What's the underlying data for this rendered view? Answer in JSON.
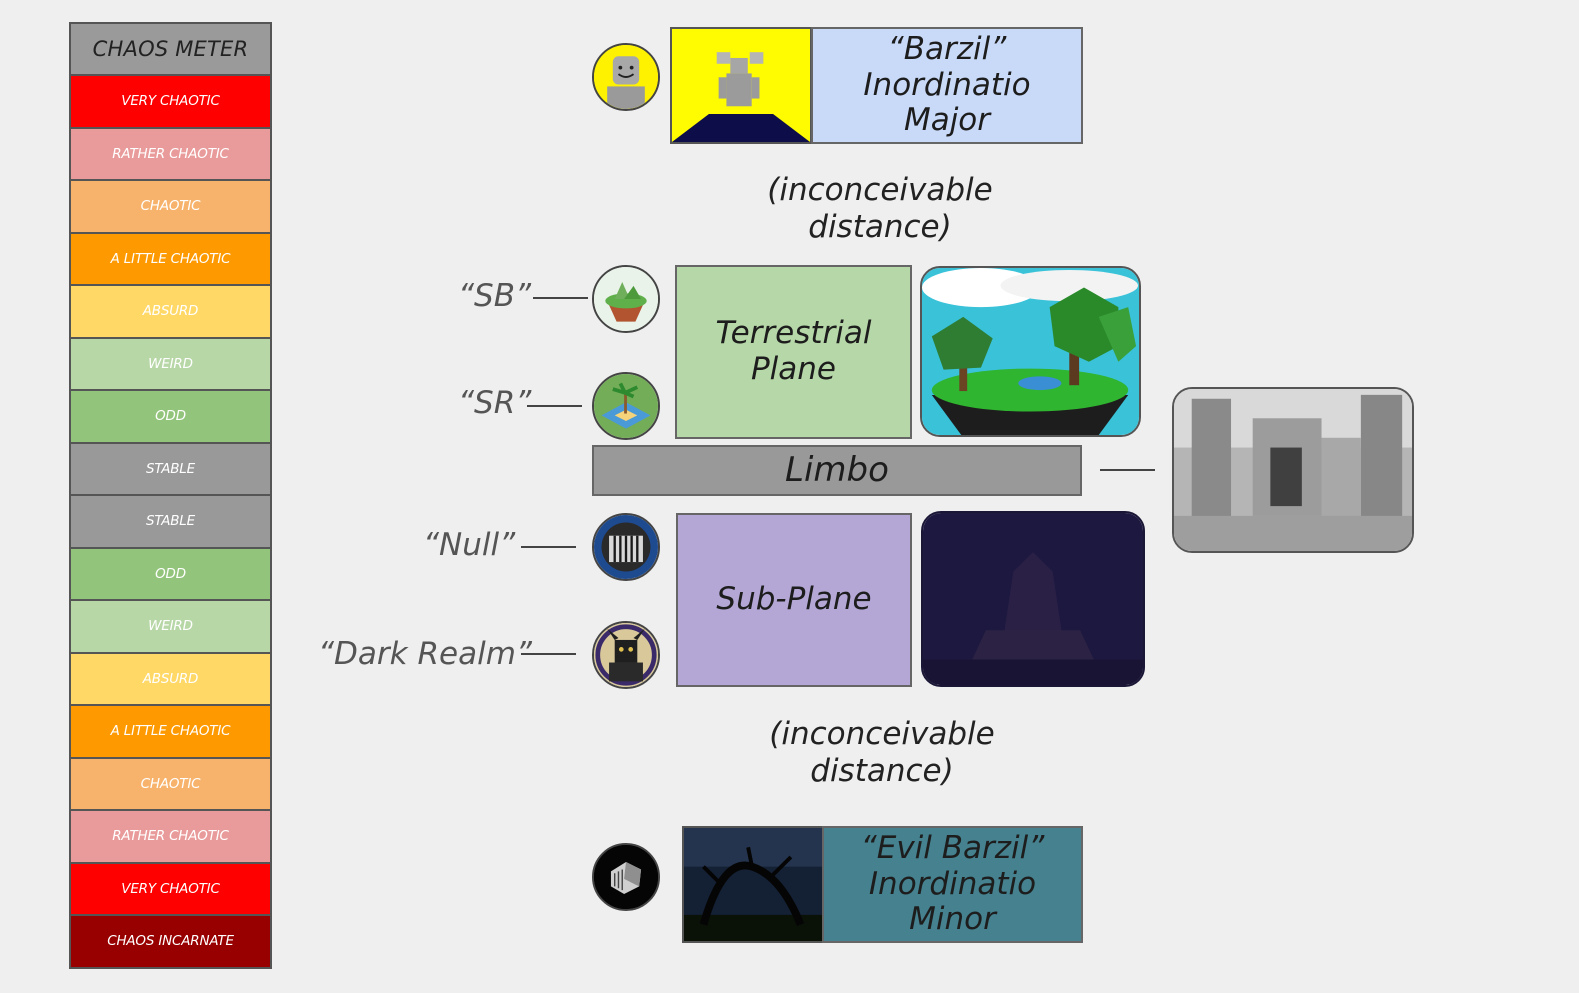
{
  "meter": {
    "title": "CHAOS METER",
    "rows": [
      {
        "label": "VERY CHAOTIC",
        "color": "#fe0000"
      },
      {
        "label": "RATHER CHAOTIC",
        "color": "#e99b9b"
      },
      {
        "label": "CHAOTIC",
        "color": "#f7b36b"
      },
      {
        "label": "A LITTLE CHAOTIC",
        "color": "#fe9900"
      },
      {
        "label": "ABSURD",
        "color": "#ffd866"
      },
      {
        "label": "WEIRD",
        "color": "#b7d7a7"
      },
      {
        "label": "ODD",
        "color": "#93c47c"
      },
      {
        "label": "STABLE",
        "color": "#999999"
      },
      {
        "label": "STABLE",
        "color": "#999999"
      },
      {
        "label": "ODD",
        "color": "#93c47c"
      },
      {
        "label": "WEIRD",
        "color": "#b7d7a7"
      },
      {
        "label": "ABSURD",
        "color": "#ffd866"
      },
      {
        "label": "A LITTLE CHAOTIC",
        "color": "#fe9900"
      },
      {
        "label": "CHAOTIC",
        "color": "#f7b36b"
      },
      {
        "label": "RATHER CHAOTIC",
        "color": "#e99b9b"
      },
      {
        "label": "VERY CHAOTIC",
        "color": "#fe0000"
      },
      {
        "label": "CHAOS INCARNATE",
        "color": "#980000"
      }
    ]
  },
  "major": {
    "line1": "“Barzil”",
    "line2": "Inordinatio",
    "line3": "Major",
    "color": "#c9daf8"
  },
  "distance_top": {
    "line1": "(inconceivable",
    "line2": "distance)"
  },
  "terrestrial": {
    "line1": "Terrestrial",
    "line2": "Plane",
    "color": "#b6d7a8"
  },
  "limbo": {
    "label": "Limbo",
    "color": "#999999"
  },
  "subplane": {
    "label": "Sub-Plane",
    "color": "#b4a7d6"
  },
  "distance_bottom": {
    "line1": "(inconceivable",
    "line2": "distance)"
  },
  "minor": {
    "line1": "“Evil Barzil”",
    "line2": "Inordinatio",
    "line3": "Minor",
    "color": "#45818e"
  },
  "labels": {
    "sb": "“SB”",
    "sr": "“SR”",
    "null": "“Null”",
    "dark_realm": "“Dark Realm”"
  },
  "icons": {
    "major_avatar": "smiling-head-icon",
    "major_thumb": "floating-figure-image",
    "sb": "floating-island-icon",
    "sr": "palm-island-icon",
    "terrestrial_scene": "low-poly-island-image",
    "limbo_scene": "grey-ruins-image",
    "null": "cage-icon",
    "dark_realm": "horned-figure-icon",
    "subplane_scene": "dark-temple-image",
    "minor_avatar": "dark-cube-icon",
    "minor_thumb": "dark-forest-image"
  }
}
